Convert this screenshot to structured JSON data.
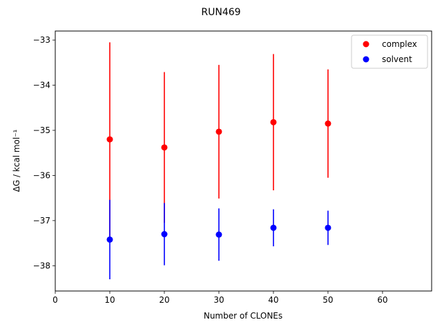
{
  "chart_data": {
    "type": "scatter",
    "title": "RUN469",
    "xlabel": "Number of CLONEs",
    "ylabel": "ΔG / kcal mol⁻¹",
    "xlim": [
      0,
      69
    ],
    "ylim": [
      -38.56,
      -32.8
    ],
    "xticks": [
      0,
      10,
      20,
      30,
      40,
      50,
      60
    ],
    "yticks": [
      -33,
      -34,
      -35,
      -36,
      -37,
      -38
    ],
    "xtick_labels": [
      "0",
      "10",
      "20",
      "30",
      "40",
      "50",
      "60"
    ],
    "ytick_labels": [
      "−33",
      "−34",
      "−35",
      "−36",
      "−37",
      "−38"
    ],
    "grid": false,
    "legend": {
      "position": "top-right"
    },
    "series": [
      {
        "name": "complex",
        "color": "#ff0000",
        "x": [
          10,
          20,
          30,
          40,
          50
        ],
        "y": [
          -35.2,
          -35.38,
          -35.03,
          -34.82,
          -34.85
        ],
        "yerr": [
          2.15,
          1.67,
          1.48,
          1.51,
          1.2
        ]
      },
      {
        "name": "solvent",
        "color": "#0000ff",
        "x": [
          10,
          20,
          30,
          40,
          50
        ],
        "y": [
          -37.42,
          -37.3,
          -37.31,
          -37.16,
          -37.16
        ],
        "yerr": [
          0.88,
          0.69,
          0.58,
          0.41,
          0.38
        ]
      }
    ]
  }
}
